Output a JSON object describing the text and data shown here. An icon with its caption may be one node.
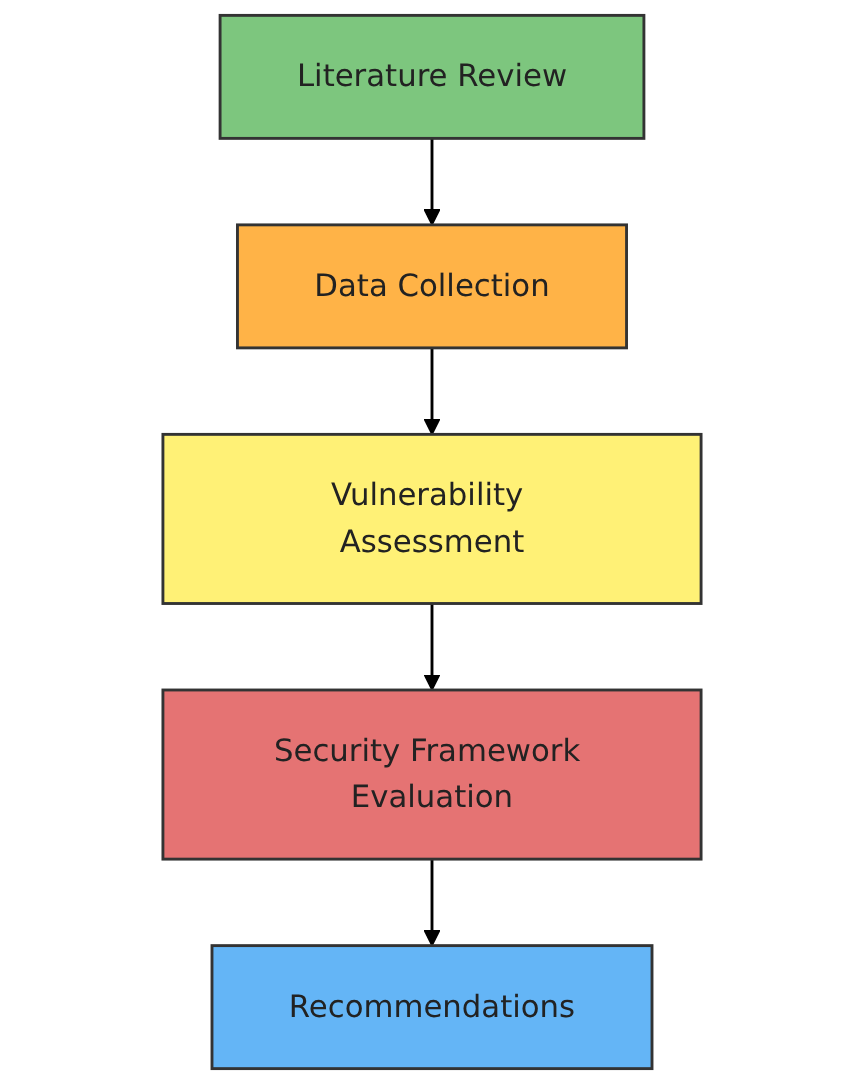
{
  "diagram": {
    "nodes": [
      {
        "text": [
          "Literature Review"
        ]
      },
      {
        "text": [
          "Data Collection"
        ]
      },
      {
        "text": [
          "Vulnerability Assessment"
        ]
      },
      {
        "text": [
          "Security Framework Evaluation"
        ]
      },
      {
        "text": [
          "Recommendations"
        ]
      }
    ],
    "edges": [
      {
        "from": 0,
        "to": 1,
        "arrow": "to"
      },
      {
        "from": 1,
        "to": 2,
        "arrow": "to"
      },
      {
        "from": 2,
        "to": 3,
        "arrow": "to"
      },
      {
        "from": 3,
        "to": 4,
        "arrow": "to"
      }
    ]
  }
}
